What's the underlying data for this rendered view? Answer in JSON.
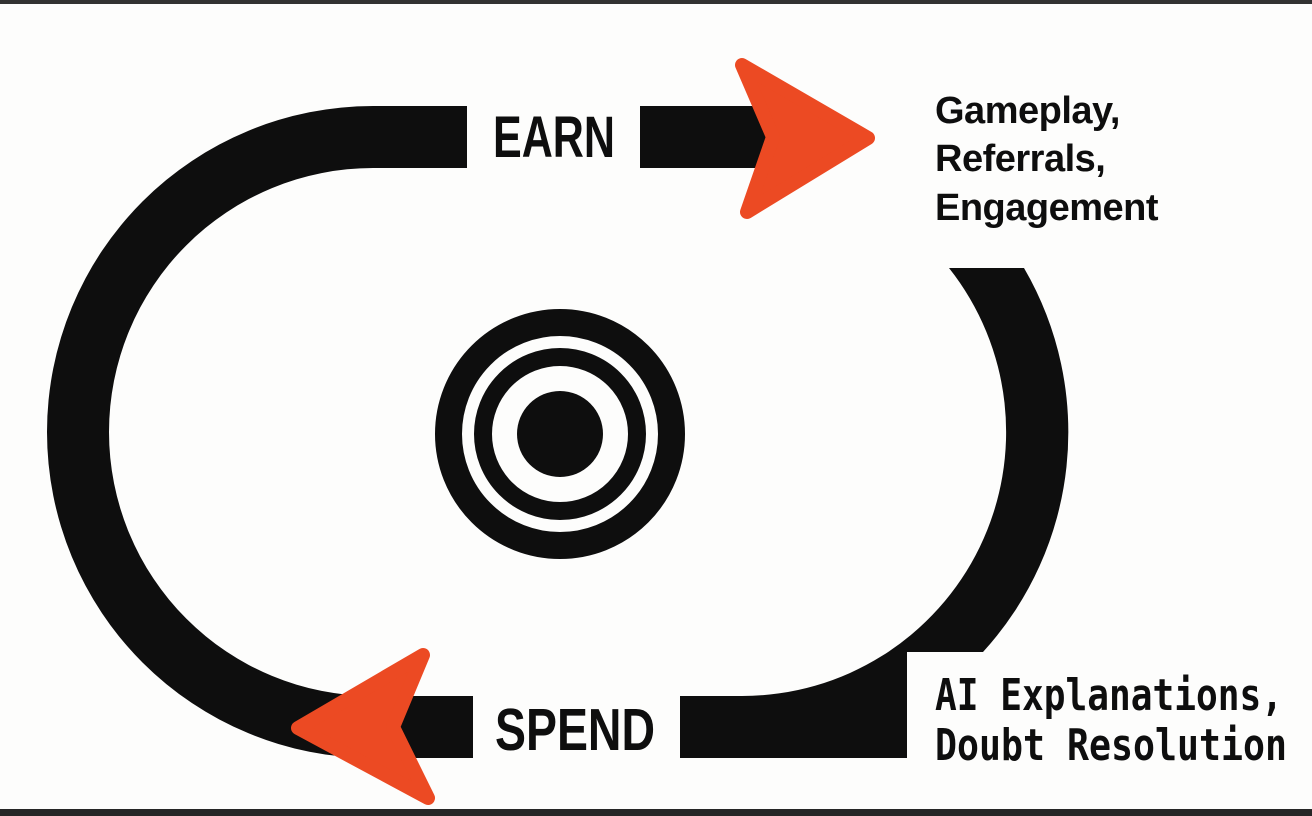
{
  "title": "Earn-Spend token loop diagram",
  "colors": {
    "ink": "#0e0e0e",
    "accent_orange": "#ec4a23",
    "background": "#fdfdfc"
  },
  "loop": {
    "earn_label": "EARN",
    "spend_label": "SPEND"
  },
  "earn_sources": {
    "line1": "Gameplay,",
    "line2": "Referrals,",
    "line3": "Engagement"
  },
  "spend_uses": {
    "line1": "AI Explanations,",
    "line2": "Doubt Resolution"
  },
  "icons": {
    "center": "coin-target-icon",
    "earn_arrow": "arrow-right-icon",
    "spend_arrow": "arrow-left-icon"
  }
}
